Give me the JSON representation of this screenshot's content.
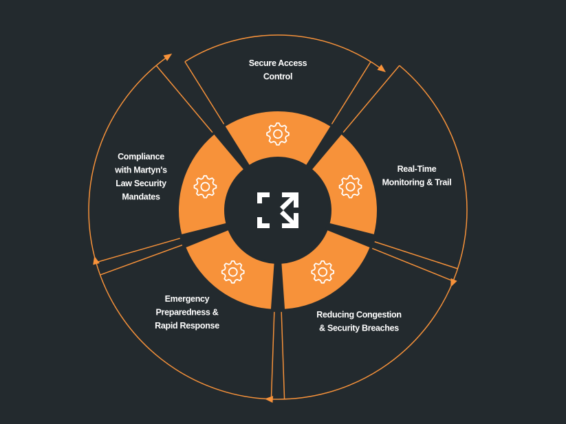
{
  "colors": {
    "background": "#232a2e",
    "accent": "#f7923a",
    "text": "#ffffff"
  },
  "center": {
    "icon": "expand-arrows-logo-icon"
  },
  "segments": [
    {
      "id": "secure-access",
      "icon": "gear-icon",
      "label_lines": [
        "Secure Access",
        "Control"
      ]
    },
    {
      "id": "real-time-monitoring",
      "icon": "gear-icon",
      "label_lines": [
        "Real-Time",
        "Monitoring & Trail"
      ]
    },
    {
      "id": "reducing-congestion",
      "icon": "gear-icon",
      "label_lines": [
        "Reducing Congestion",
        "& Security Breaches"
      ]
    },
    {
      "id": "emergency-preparedness",
      "icon": "gear-icon",
      "label_lines": [
        "Emergency",
        "Preparedness &",
        "Rapid Response"
      ]
    },
    {
      "id": "compliance",
      "icon": "gear-icon",
      "label_lines": [
        "Compliance",
        "with Martyn's",
        "Law Security",
        "Mandates"
      ]
    }
  ]
}
